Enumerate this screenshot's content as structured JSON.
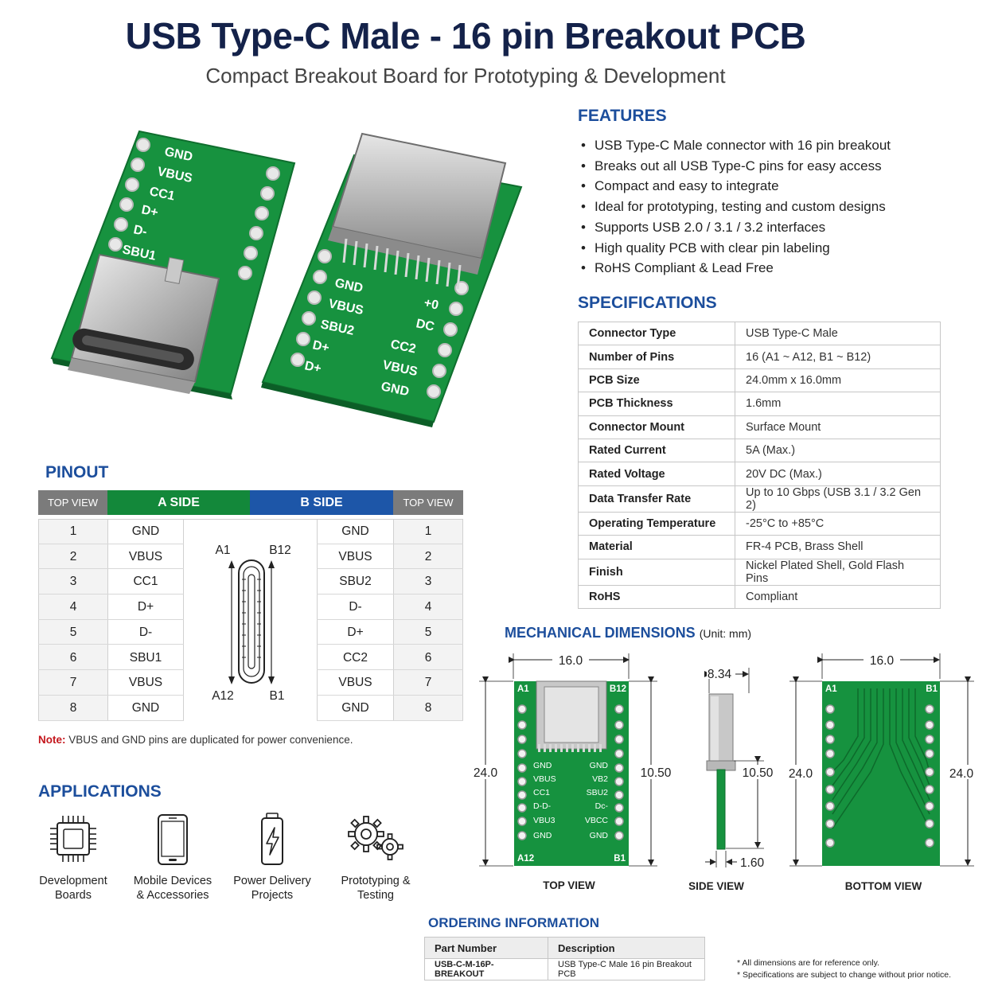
{
  "header": {
    "title": "USB Type-C Male - 16 pin Breakout PCB",
    "subtitle": "Compact Breakout Board for Prototyping & Development"
  },
  "photo": {
    "left_labels": [
      "GND",
      "VBUS",
      "CC1",
      "D+",
      "D-",
      "SBU1"
    ],
    "right_labels": [
      "GND",
      "VBUS",
      "SBU2",
      "D+",
      "D+"
    ],
    "right_labels_2": [
      "+0",
      "DC",
      "CC2",
      "VBUS",
      "GND"
    ]
  },
  "features": {
    "heading": "FEATURES",
    "items": [
      "USB Type-C Male connector with 16 pin breakout",
      "Breaks out all USB Type-C pins for easy access",
      "Compact and easy to integrate",
      "Ideal for prototyping, testing and custom designs",
      "Supports USB 2.0 / 3.1 / 3.2 interfaces",
      "High quality PCB with clear pin labeling",
      "RoHS Compliant & Lead Free"
    ]
  },
  "specs": {
    "heading": "SPECIFICATIONS",
    "rows": [
      {
        "k": "Connector Type",
        "v": "USB Type-C Male"
      },
      {
        "k": "Number of Pins",
        "v": "16 (A1  ~ A12, B1 ~ B12)"
      },
      {
        "k": "PCB Size",
        "v": "24.0mm x 16.0mm"
      },
      {
        "k": "PCB Thickness",
        "v": "1.6mm"
      },
      {
        "k": "Connector Mount",
        "v": "Surface Mount"
      },
      {
        "k": "Rated Current",
        "v": "5A (Max.)"
      },
      {
        "k": "Rated Voltage",
        "v": "20V DC (Max.)"
      },
      {
        "k": "Data Transfer Rate",
        "v": "Up to 10 Gbps (USB 3.1 / 3.2 Gen 2)"
      },
      {
        "k": "Operating Temperature",
        "v": "-25°C to +85°C"
      },
      {
        "k": "Material",
        "v": "FR-4 PCB, Brass Shell"
      },
      {
        "k": "Finish",
        "v": "Nickel Plated Shell, Gold Flash Pins"
      },
      {
        "k": "RoHS",
        "v": "Compliant"
      }
    ]
  },
  "pinout": {
    "heading": "PINOUT",
    "head_top_view": "TOP VIEW",
    "head_a": "A SIDE",
    "head_b": "B SIDE",
    "numbers": [
      "1",
      "2",
      "3",
      "4",
      "5",
      "6",
      "7",
      "8"
    ],
    "a_side": [
      "GND",
      "VBUS",
      "CC1",
      "D+",
      "D-",
      "SBU1",
      "VBUS",
      "GND"
    ],
    "b_side": [
      "GND",
      "VBUS",
      "SBU2",
      "D-",
      "D+",
      "CC2",
      "VBUS",
      "GND"
    ],
    "diagram": {
      "a1": "A1",
      "b12": "B12",
      "a12": "A12",
      "b1": "B1"
    },
    "note_label": "Note:",
    "note_text": "VBUS and GND pins are duplicated for power convenience."
  },
  "applications": {
    "heading": "APPLICATIONS",
    "items": [
      {
        "icon": "chip-icon",
        "line1": "Development",
        "line2": "Boards"
      },
      {
        "icon": "phone-icon",
        "line1": "Mobile Devices",
        "line2": "& Accessories"
      },
      {
        "icon": "battery-icon",
        "line1": "Power Delivery",
        "line2": "Projects"
      },
      {
        "icon": "gears-icon",
        "line1": "Prototyping &",
        "line2": "Testing"
      }
    ]
  },
  "mechanical": {
    "heading": "MECHANICAL DIMENSIONS",
    "unit": "(Unit: mm)",
    "top_width": "16.0",
    "top_height": "24.0",
    "top_inner_height": "10.50",
    "side_width": "8.34",
    "side_height": "10.50",
    "side_thickness": "1.60",
    "bottom_width": "16.0",
    "bottom_height_left": "24.0",
    "bottom_height_right": "24.0",
    "corner_a1": "A1",
    "corner_b12": "B12",
    "corner_a12": "A12",
    "corner_b1": "B1",
    "bottom_a1": "A1",
    "bottom_b1": "B1",
    "pcb_left_labels": [
      "GND",
      "VBUS",
      "CC1",
      "D-D-",
      "VBU3",
      "GND"
    ],
    "pcb_right_labels": [
      "GND",
      "VB2",
      "SBU2",
      "Dc-",
      "VBCC",
      "GND"
    ],
    "view_top": "TOP VIEW",
    "view_side": "SIDE VIEW",
    "view_bottom": "BOTTOM VIEW"
  },
  "ordering": {
    "heading": "ORDERING INFORMATION",
    "col_part": "Part Number",
    "col_desc": "Description",
    "part": "USB-C-M-16P-BREAKOUT",
    "desc": "USB Type-C Male 16 pin Breakout PCB"
  },
  "disclaimer": {
    "line1": "* All dimensions are for reference only.",
    "line2": "* Specifications are subject to change without prior notice."
  },
  "colors": {
    "title": "#14224a",
    "heading": "#1c4e9c",
    "pcb_green": "#16923f",
    "a_side": "#13883a",
    "b_side": "#1d56a8",
    "note_red": "#c4161c"
  }
}
